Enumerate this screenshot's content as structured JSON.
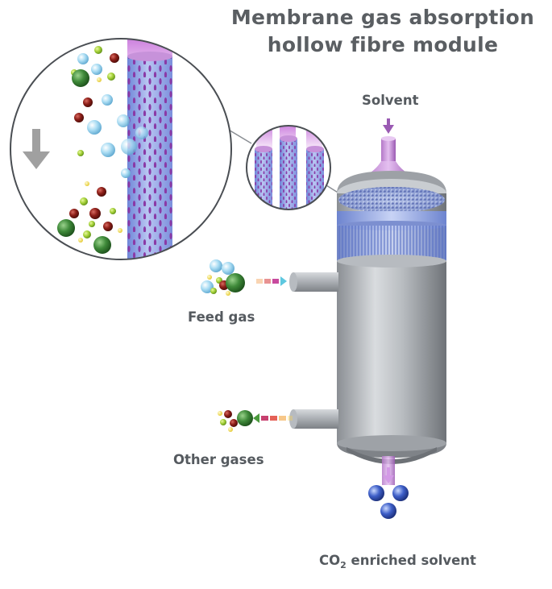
{
  "title": {
    "line1": "Membrane gas absorption",
    "line2": "hollow fibre module"
  },
  "labels": {
    "solvent": "Solvent",
    "feed_gas": "Feed gas",
    "other_gases": "Other gases",
    "co2_prefix": "CO",
    "co2_subscript": "2",
    "co2_suffix": " enriched solvent"
  },
  "colors": {
    "title_text": "#5a5e62",
    "label_text": "#555a5f",
    "fibre_blue": "#8a9ee0",
    "fibre_pores": "#8a3aa6",
    "solvent_purple": "#c77ad8",
    "vessel_grey": "#a7abb0",
    "molecule_light_blue": "#9fd6f0",
    "molecule_green": "#3f8a3a",
    "molecule_dark_red": "#8c1e18",
    "molecule_lime": "#a6d23a",
    "molecule_yellow": "#f2e14d",
    "co2_blue": "#3e5fc8",
    "arrow_grey": "#a0a0a0"
  },
  "icons": [
    "down-arrow-icon",
    "solvent-inlet-arrow-icon",
    "feed-gas-arrow-icon",
    "other-gases-arrow-icon",
    "outlet-arrow-icon"
  ]
}
